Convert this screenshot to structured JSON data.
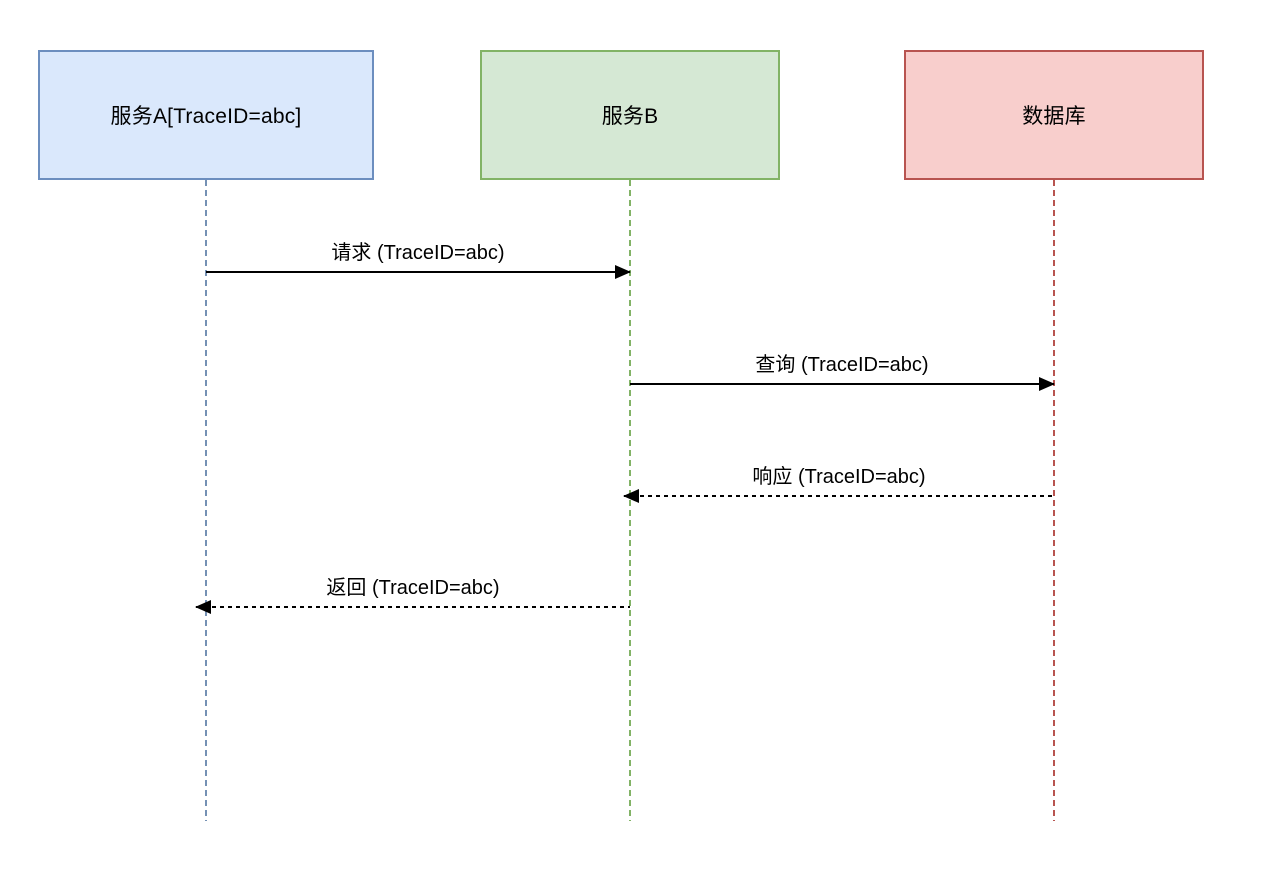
{
  "diagram": {
    "type": "sequence-diagram",
    "background_color": "#ffffff",
    "text_color": "#000000",
    "message_line_color": "#000000"
  },
  "participants": [
    {
      "id": "service-a",
      "label": "服务A[TraceID=abc]",
      "fill": "#dae8fc",
      "border": "#6c8ebf",
      "lifeline_color": "#7591b4"
    },
    {
      "id": "service-b",
      "label": "服务B",
      "fill": "#d5e8d4",
      "border": "#82b366",
      "lifeline_color": "#82b366"
    },
    {
      "id": "database",
      "label": "数据库",
      "fill": "#f8cecc",
      "border": "#b85450",
      "lifeline_color": "#b85450"
    }
  ],
  "messages": [
    {
      "label": "请求 (TraceID=abc)",
      "from": "service-a",
      "to": "service-b",
      "line": "solid",
      "direction": "right"
    },
    {
      "label": "查询 (TraceID=abc)",
      "from": "service-b",
      "to": "database",
      "line": "solid",
      "direction": "right"
    },
    {
      "label": "响应 (TraceID=abc)",
      "from": "database",
      "to": "service-b",
      "line": "dashed",
      "direction": "left"
    },
    {
      "label": "返回 (TraceID=abc)",
      "from": "service-b",
      "to": "service-a",
      "line": "dashed",
      "direction": "left"
    }
  ]
}
